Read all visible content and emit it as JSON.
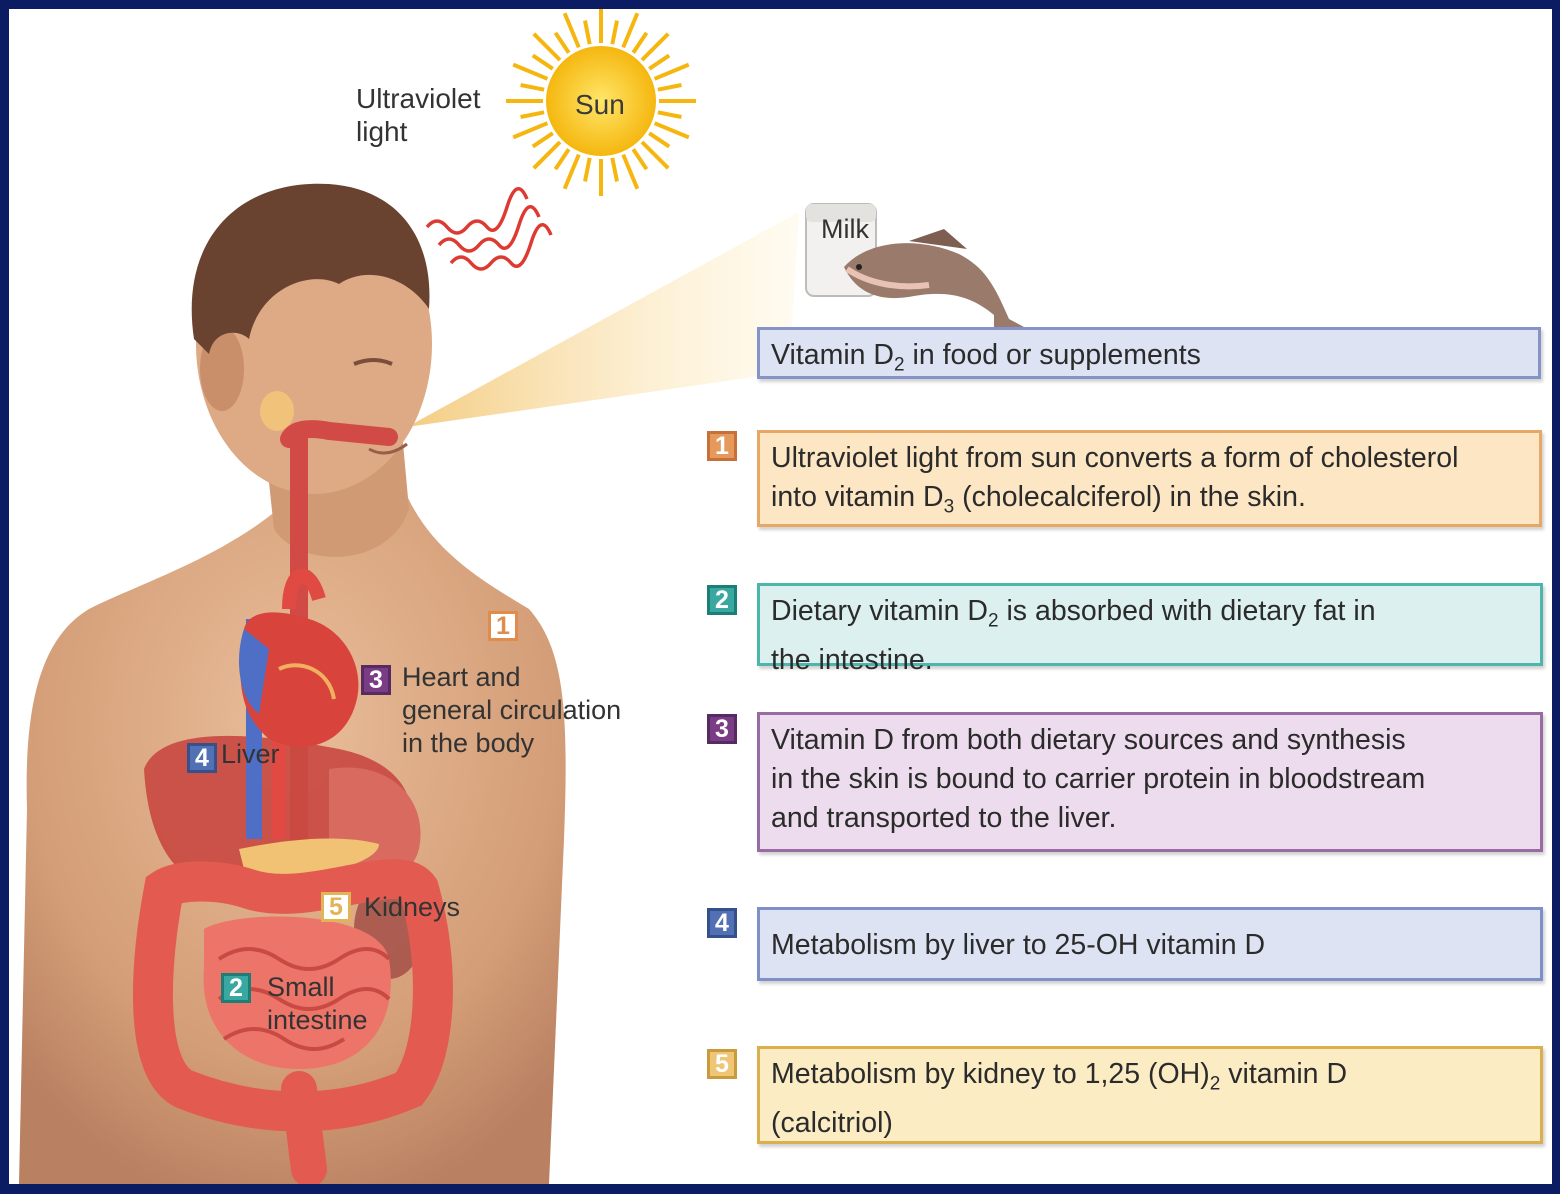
{
  "labels": {
    "ultraviolet_line1": "Ultraviolet",
    "ultraviolet_line2": "light",
    "sun": "Sun",
    "milk": "Milk",
    "heart_line1": "Heart and",
    "heart_line2": "general circulation",
    "heart_line3": "in the body",
    "liver": "Liver",
    "kidneys": "Kidneys",
    "small_intestine_line1": "Small",
    "small_intestine_line2": "intestine"
  },
  "markers": {
    "skin": "1",
    "intestine": "2",
    "heart": "3",
    "liver": "4",
    "kidneys": "5"
  },
  "food_box": {
    "pre": "Vitamin D",
    "sub": "2",
    "post": " in food or supplements"
  },
  "steps": [
    {
      "number": "1",
      "line1": "Ultraviolet light from sun converts a form of cholesterol",
      "line2_pre": "into vitamin D",
      "line2_sub": "3",
      "line2_post": " (cholecalciferol) in the skin."
    },
    {
      "number": "2",
      "line1_pre": "Dietary vitamin D",
      "line1_sub": "2",
      "line1_post": " is absorbed with dietary fat in",
      "line2": "the intestine."
    },
    {
      "number": "3",
      "line1": "Vitamin D from both dietary sources and synthesis",
      "line2": "in the skin is bound to carrier protein in bloodstream",
      "line3": "and transported to the liver."
    },
    {
      "number": "4",
      "line1": "Metabolism by liver to 25-OH vitamin D"
    },
    {
      "number": "5",
      "line1_pre": "Metabolism by kidney to 1,25 (OH)",
      "line1_sub": "2",
      "line1_post": " vitamin D",
      "line2": "(calcitriol)"
    }
  ],
  "colors": {
    "frame": "#0b1c63",
    "step1": "#e59a5b",
    "step2": "#39a8a0",
    "step3": "#7b3c86",
    "step4": "#5270b4",
    "step5": "#efc676",
    "sun": "#f7c41a",
    "skin": "#d9a07a",
    "organs": "#e05a4a"
  }
}
